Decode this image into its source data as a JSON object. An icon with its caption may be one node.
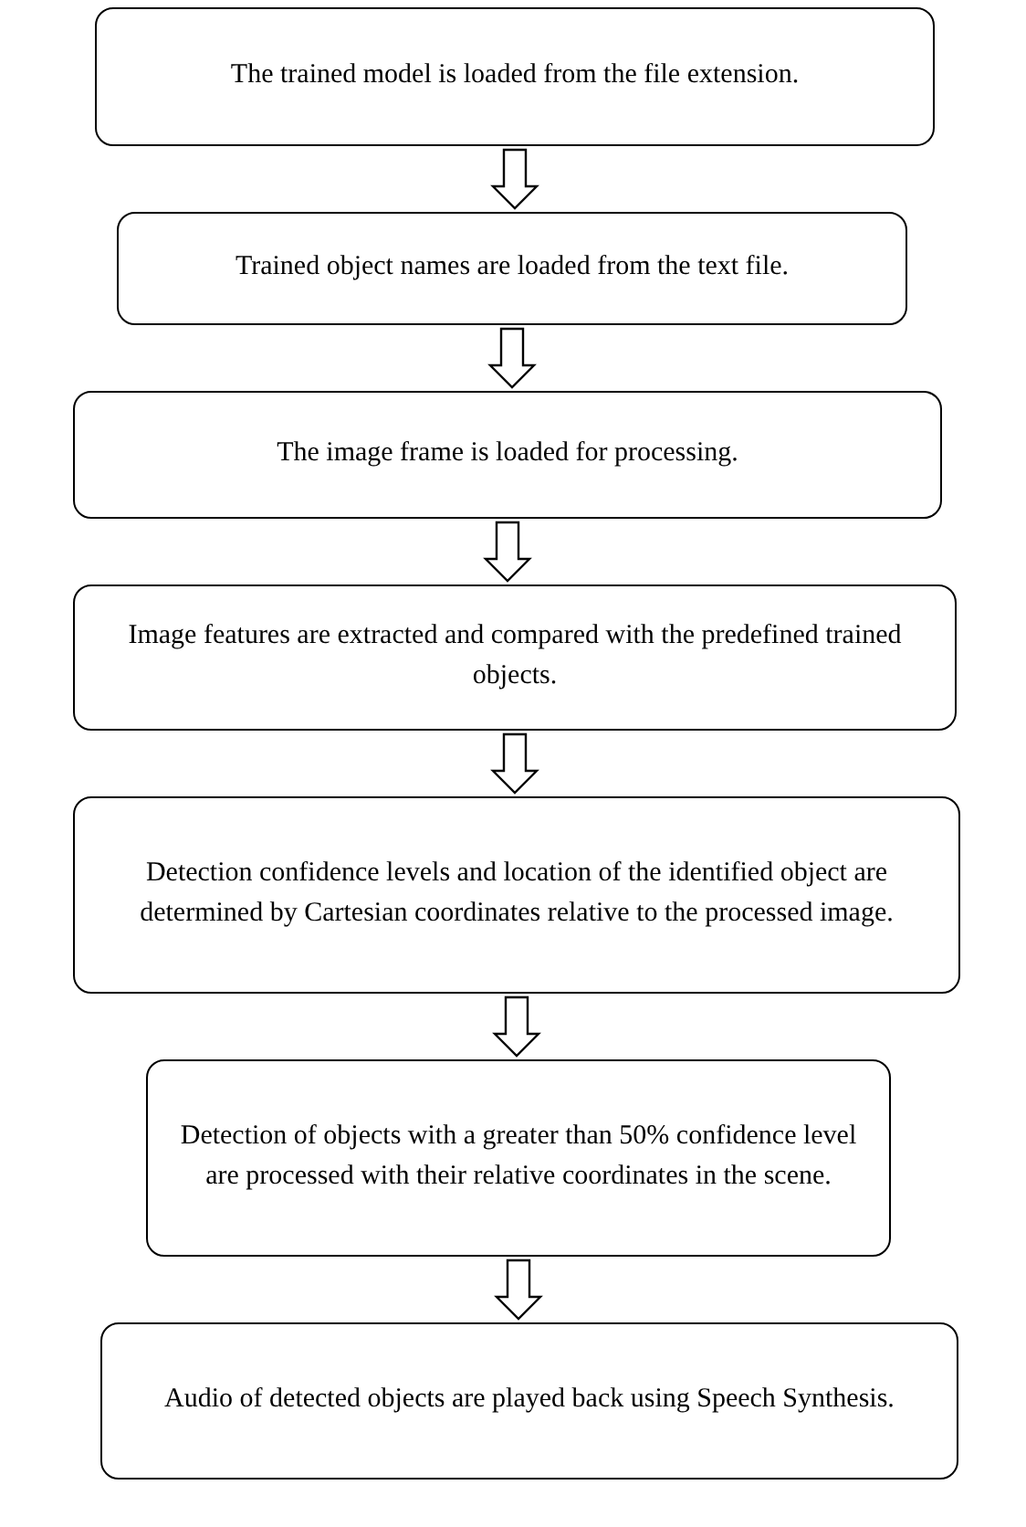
{
  "diagram": {
    "nodes": [
      {
        "text": [
          "The trained model is loaded from the file extension."
        ]
      },
      {
        "text": [
          "Trained object names are loaded from the text file."
        ]
      },
      {
        "text": [
          "The image frame is loaded for processing."
        ]
      },
      {
        "text": [
          "Image features are extracted and compared with the predefined trained objects."
        ]
      },
      {
        "text": [
          "Detection confidence levels and location of the identified object are determined by Cartesian coordinates relative to the processed image."
        ]
      },
      {
        "text": [
          "Detection of objects with a greater than 50% confidence level are processed with their relative coordinates in the scene."
        ]
      },
      {
        "text": [
          "Audio of detected objects are played back using Speech Synthesis."
        ]
      }
    ],
    "edges": [
      {
        "from": 0,
        "to": 1,
        "arrow": "to"
      },
      {
        "from": 1,
        "to": 2,
        "arrow": "to"
      },
      {
        "from": 2,
        "to": 3,
        "arrow": "to"
      },
      {
        "from": 3,
        "to": 4,
        "arrow": "to"
      },
      {
        "from": 4,
        "to": 5,
        "arrow": "to"
      },
      {
        "from": 5,
        "to": 6,
        "arrow": "to"
      }
    ]
  }
}
